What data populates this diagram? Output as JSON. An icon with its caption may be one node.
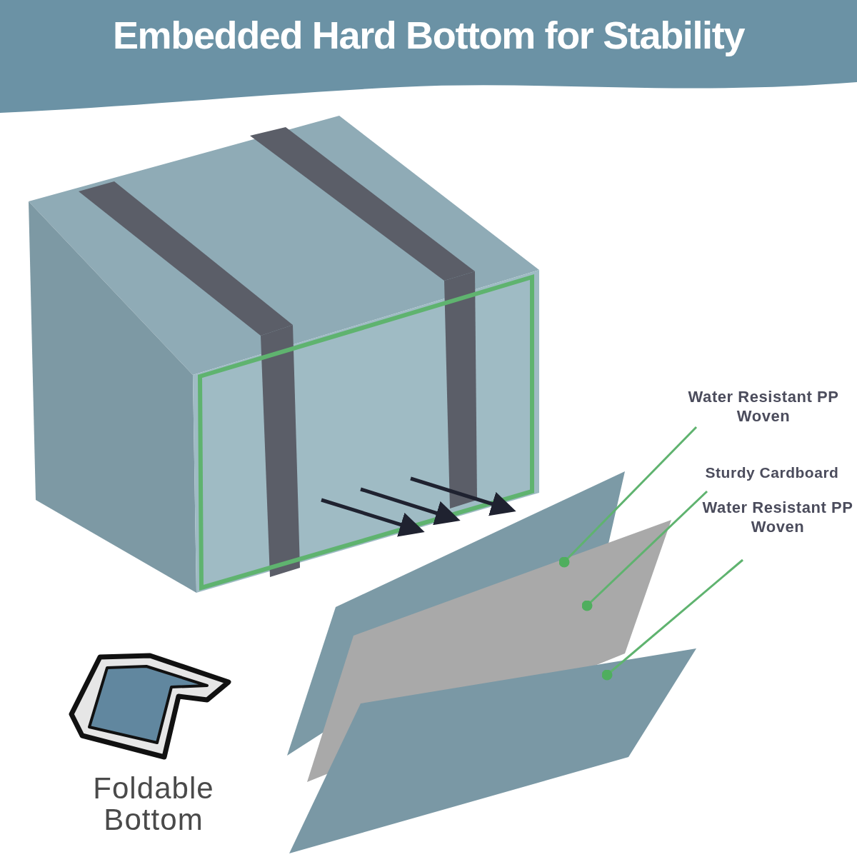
{
  "diagram": {
    "title": "Embedded Hard Bottom for Stability",
    "nodes": [
      {
        "text": [
          "Water Resistant PP Woven"
        ]
      },
      {
        "text": [
          "Sturdy Cardboard"
        ]
      },
      {
        "text": [
          "Water Resistant PP Woven"
        ]
      },
      {
        "text": [],
        "shape": "picture"
      },
      {
        "text": [],
        "shape": "picture"
      },
      {
        "text": [],
        "shape": "picture"
      }
    ],
    "edges": [
      {
        "from": 0,
        "to": 3,
        "arrow": "other"
      },
      {
        "from": 1,
        "to": 4,
        "arrow": "other"
      },
      {
        "from": 2,
        "to": 5,
        "arrow": "other"
      }
    ],
    "labels": [
      "Foldable Bottom"
    ]
  }
}
